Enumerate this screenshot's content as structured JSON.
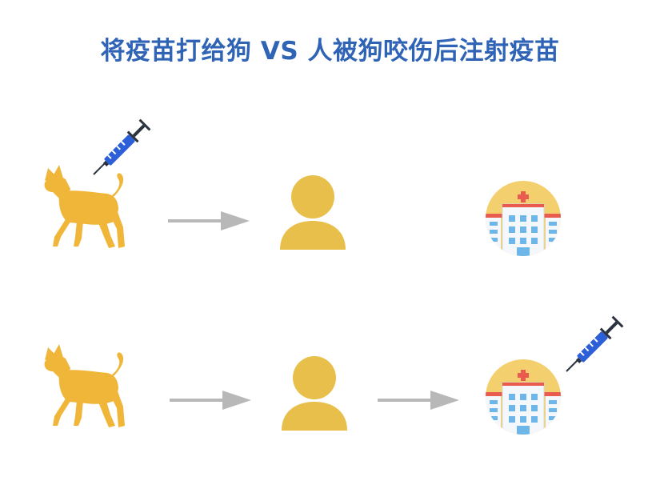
{
  "title": "将疫苗打给狗 VS 人被狗咬伤后注射疫苗",
  "colors": {
    "title": "#2f63b6",
    "dog": "#f0b63a",
    "person": "#e8bf4a",
    "arrow": "#b8b8b8",
    "hospital_circle": "#f3cf6e",
    "hospital_building": "#f4f7fb",
    "hospital_window": "#6fb6e8",
    "hospital_roof": "#e95b4f",
    "syringe_barrel": "#2c5fd8",
    "syringe_metal": "#2b3340"
  },
  "rows": [
    {
      "name": "dog-vaccinated-scenario",
      "icons": [
        "dog-icon",
        "arrow-icon",
        "person-icon",
        "hospital-icon",
        "syringe-icon"
      ]
    },
    {
      "name": "person-vaccinated-scenario",
      "icons": [
        "dog-icon",
        "arrow-icon",
        "person-icon",
        "arrow-icon",
        "hospital-icon",
        "syringe-icon"
      ]
    }
  ]
}
